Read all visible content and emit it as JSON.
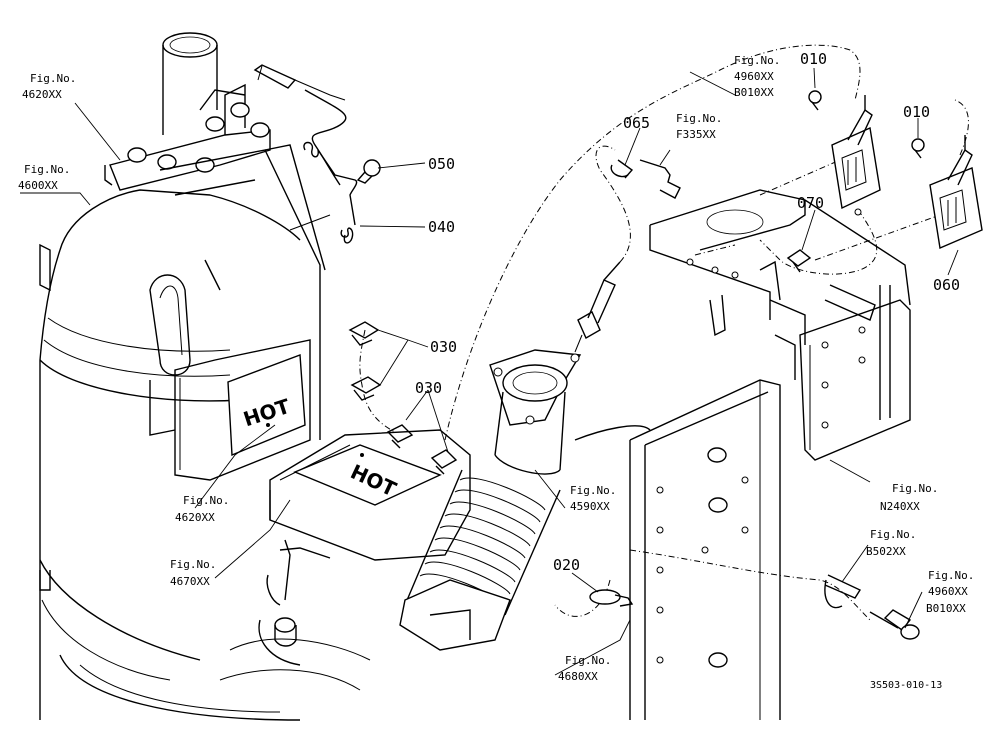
{
  "drawing_code": "3S503-010-13",
  "callouts": [
    {
      "id": "fig-4620xx-top",
      "line1": "Fig.No.",
      "line2": "4620XX"
    },
    {
      "id": "fig-4600xx",
      "line1": "Fig.No.",
      "line2": "4600XX"
    },
    {
      "id": "fig-4620xx-bottom",
      "line1": "Fig.No.",
      "line2": "4620XX"
    },
    {
      "id": "fig-4670xx",
      "line1": "Fig.No.",
      "line2": "4670XX"
    },
    {
      "id": "fig-4590xx",
      "line1": "Fig.No.",
      "line2": "4590XX"
    },
    {
      "id": "fig-4680xx",
      "line1": "Fig.No.",
      "line2": "4680XX"
    },
    {
      "id": "fig-f335xx",
      "line1": "Fig.No.",
      "line2": "F335XX"
    },
    {
      "id": "fig-4960xx-top",
      "line1": "Fig.No.",
      "line2": "4960XX",
      "line3": "B010XX"
    },
    {
      "id": "fig-n240xx",
      "line1": "Fig.No.",
      "line2": "N240XX"
    },
    {
      "id": "fig-b502xx",
      "line1": "Fig.No.",
      "line2": "B502XX"
    },
    {
      "id": "fig-4960xx-bottom",
      "line1": "Fig.No.",
      "line2": "4960XX",
      "line3": "B010XX"
    }
  ],
  "parts": [
    {
      "id": "p050",
      "label": "050"
    },
    {
      "id": "p040",
      "label": "040"
    },
    {
      "id": "p030a",
      "label": "030"
    },
    {
      "id": "p030b",
      "label": "030"
    },
    {
      "id": "p065",
      "label": "065"
    },
    {
      "id": "p010a",
      "label": "010"
    },
    {
      "id": "p010b",
      "label": "010"
    },
    {
      "id": "p070",
      "label": "070"
    },
    {
      "id": "p060",
      "label": "060"
    },
    {
      "id": "p020",
      "label": "020"
    }
  ],
  "plates": [
    {
      "id": "hot-plate-1",
      "text": "HOT"
    },
    {
      "id": "hot-plate-2",
      "text": "HOT"
    }
  ]
}
